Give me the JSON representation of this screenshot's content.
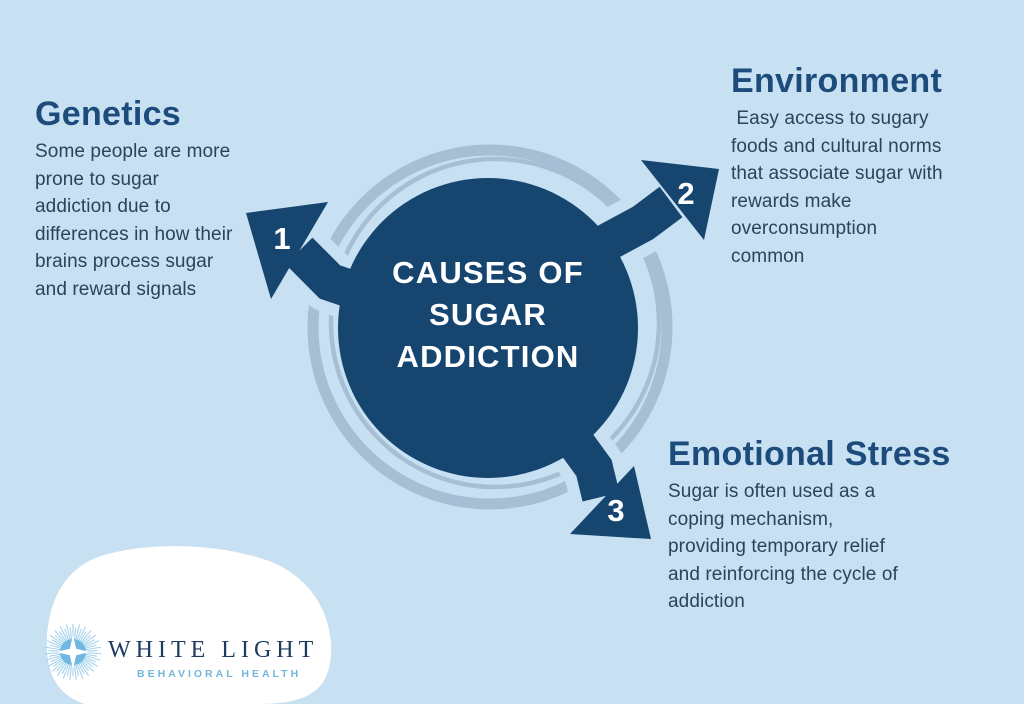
{
  "colors": {
    "background": "#c7e0f2",
    "primary_navy": "#164570",
    "ring_blue": "#a7bfd5",
    "heading_navy": "#1d4b7c",
    "body_text": "#2e4356",
    "white": "#ffffff",
    "logo_ray_blue": "#a6d2ec",
    "logo_petal_blue": "#6fb8e3",
    "logo_name_navy": "#1e3c60",
    "logo_tagline_blue": "#72b6db"
  },
  "diagram": {
    "title": "CAUSES OF\nSUGAR\nADDICTION",
    "causes": [
      {
        "number": "1",
        "title": "Genetics",
        "description": "Some people are more\nprone to sugar\naddiction due to\ndifferences in how their\nbrains process sugar\nand reward signals"
      },
      {
        "number": "2",
        "title": "Environment",
        "description": " Easy access to sugary\nfoods and cultural norms\nthat associate sugar with\nrewards make\noverconsumption\ncommon"
      },
      {
        "number": "3",
        "title": "Emotional Stress",
        "description": "Sugar is often used as a\ncoping mechanism,\nproviding temporary relief\nand reinforcing the cycle of\naddiction"
      }
    ]
  },
  "logo": {
    "icon": "starburst-icon",
    "name": "WHITE LIGHT",
    "tagline": "BEHAVIORAL HEALTH"
  }
}
